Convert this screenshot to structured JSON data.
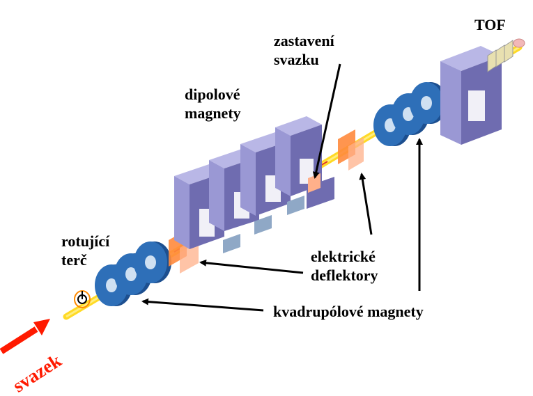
{
  "labels": {
    "tof": "TOF",
    "beam_stop": [
      "zastavení",
      "svazku"
    ],
    "dipole_magnets": [
      "dipolové",
      "magnety"
    ],
    "rotating_target": [
      "rotující",
      "terč"
    ],
    "electric_deflectors": [
      "elektrické",
      "deflektory"
    ],
    "quadrupole_magnets": "kvadrupólové magnety",
    "beam": "svazek"
  },
  "colors": {
    "magnet_face": "#9a98d4",
    "magnet_side": "#6f6cb0",
    "magnet_top": "#b9b7e6",
    "pole_piece": "#8fa8c6",
    "quadrupole": "#2e6fb8",
    "quadrupole_dark": "#1d4f8f",
    "deflector": "#ff8a3c",
    "beam_line": "#ffd400",
    "beam_arrow": "#ff1a00",
    "text": "#000000"
  }
}
